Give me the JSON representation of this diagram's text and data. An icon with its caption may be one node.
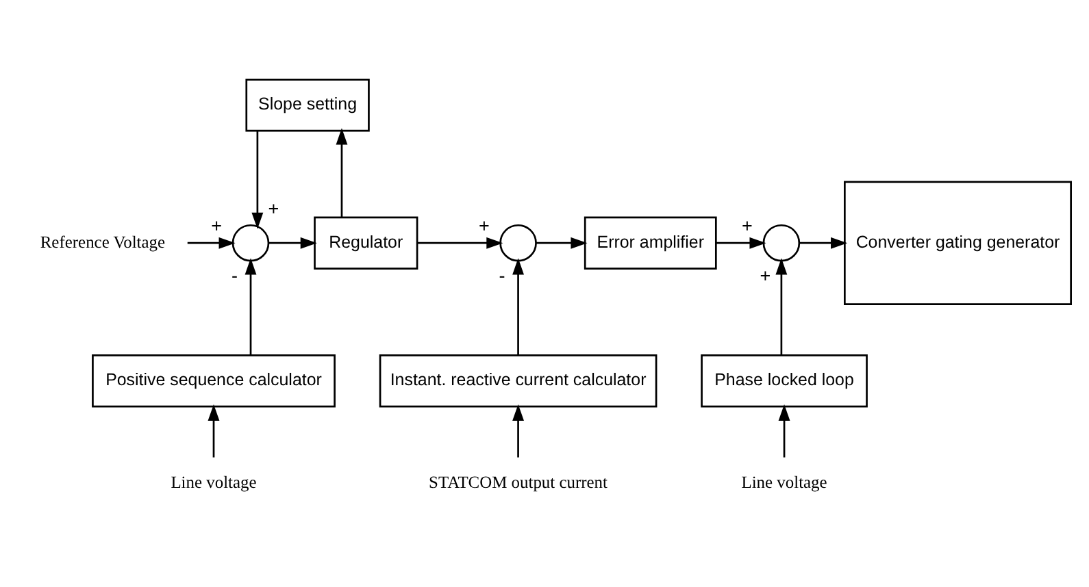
{
  "diagram": {
    "nodes": [
      {
        "text": [
          "Reference Voltage"
        ]
      },
      {
        "text": [],
        "shape": "circle"
      },
      {
        "text": [
          "Slope setting"
        ]
      },
      {
        "text": [
          "Regulator"
        ]
      },
      {
        "text": [],
        "shape": "circle"
      },
      {
        "text": [
          "Error amplifier"
        ]
      },
      {
        "text": [],
        "shape": "circle"
      },
      {
        "text": [
          "Converter gating generator"
        ]
      },
      {
        "text": [
          "Positive sequence calculator"
        ]
      },
      {
        "text": [
          "Instant. reactive current calculator"
        ]
      },
      {
        "text": [
          "Phase locked loop"
        ]
      },
      {
        "text": [
          "Line voltage"
        ]
      },
      {
        "text": [
          "STATCOM output current"
        ]
      },
      {
        "text": [
          "Line voltage"
        ]
      }
    ],
    "edges": [
      {
        "from": 0,
        "to": 1,
        "arrow": "to",
        "label": "+"
      },
      {
        "from": 2,
        "to": 1,
        "arrow": "to",
        "label": "+"
      },
      {
        "from": 8,
        "to": 1,
        "arrow": "to",
        "label": "-"
      },
      {
        "from": 1,
        "to": 3,
        "arrow": "to"
      },
      {
        "from": 3,
        "to": 2,
        "arrow": "to"
      },
      {
        "from": 3,
        "to": 4,
        "arrow": "to",
        "label": "+"
      },
      {
        "from": 9,
        "to": 4,
        "arrow": "to",
        "label": "-"
      },
      {
        "from": 4,
        "to": 5,
        "arrow": "to"
      },
      {
        "from": 5,
        "to": 6,
        "arrow": "to",
        "label": "+"
      },
      {
        "from": 10,
        "to": 6,
        "arrow": "to",
        "label": "+"
      },
      {
        "from": 6,
        "to": 7,
        "arrow": "to"
      },
      {
        "from": 11,
        "to": 8,
        "arrow": "to"
      },
      {
        "from": 12,
        "to": 9,
        "arrow": "to"
      },
      {
        "from": 13,
        "to": 10,
        "arrow": "to"
      }
    ]
  }
}
